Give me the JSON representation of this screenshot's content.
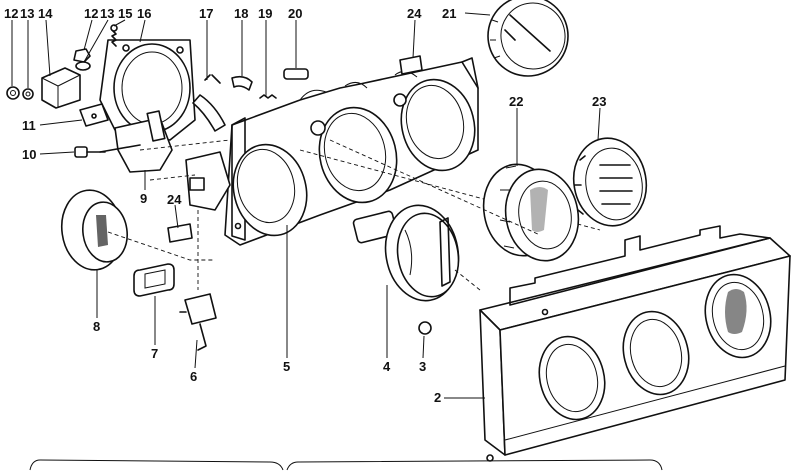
{
  "diagram": {
    "callouts": [
      {
        "id": "12a",
        "label": "12"
      },
      {
        "id": "13a",
        "label": "13"
      },
      {
        "id": "14",
        "label": "14"
      },
      {
        "id": "12b",
        "label": "12"
      },
      {
        "id": "13b",
        "label": "13"
      },
      {
        "id": "15",
        "label": "15"
      },
      {
        "id": "16",
        "label": "16"
      },
      {
        "id": "17",
        "label": "17"
      },
      {
        "id": "18",
        "label": "18"
      },
      {
        "id": "19",
        "label": "19"
      },
      {
        "id": "20",
        "label": "20"
      },
      {
        "id": "24a",
        "label": "24"
      },
      {
        "id": "21",
        "label": "21"
      },
      {
        "id": "11",
        "label": "11"
      },
      {
        "id": "10",
        "label": "10"
      },
      {
        "id": "9",
        "label": "9"
      },
      {
        "id": "24b",
        "label": "24"
      },
      {
        "id": "22",
        "label": "22"
      },
      {
        "id": "23",
        "label": "23"
      },
      {
        "id": "8",
        "label": "8"
      },
      {
        "id": "7",
        "label": "7"
      },
      {
        "id": "6",
        "label": "6"
      },
      {
        "id": "5",
        "label": "5"
      },
      {
        "id": "4",
        "label": "4"
      },
      {
        "id": "3",
        "label": "3"
      },
      {
        "id": "2",
        "label": "2"
      }
    ]
  }
}
